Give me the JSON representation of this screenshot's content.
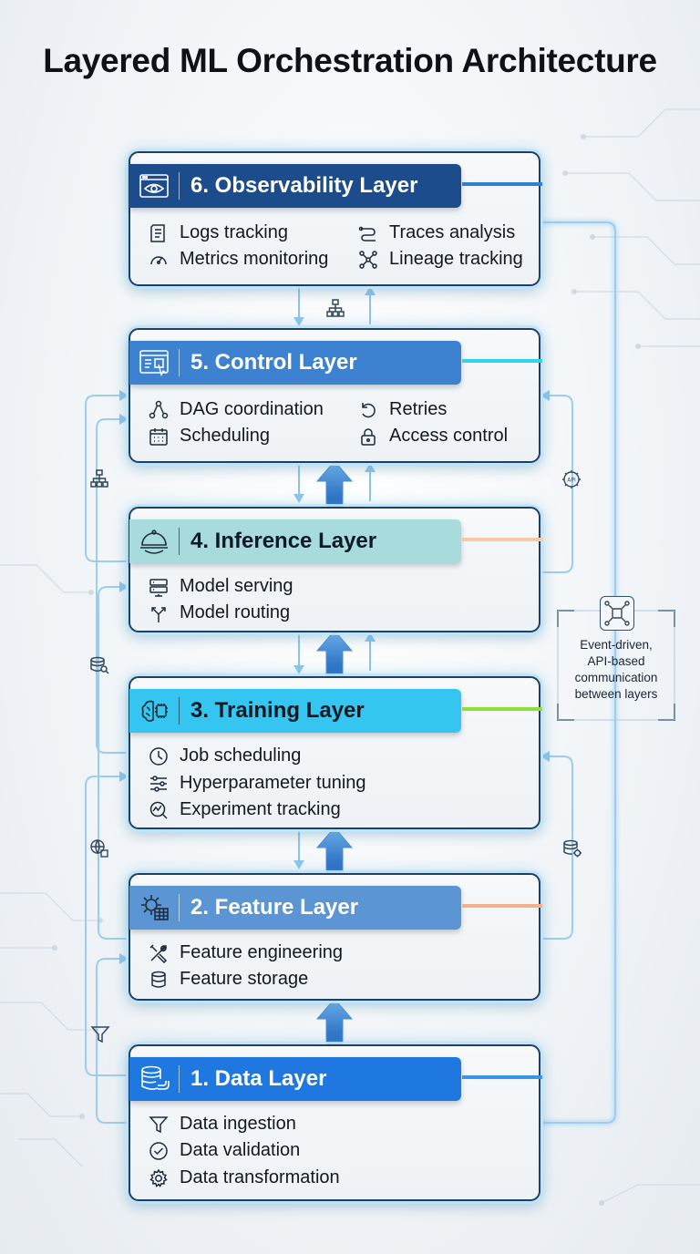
{
  "title": "Layered ML Orchestration Architecture",
  "layers": [
    {
      "id": "observability",
      "title": "6. Observability Layer",
      "header_bg": "#1c4c8c",
      "header_text": "#ffffff",
      "accent": "#2f7fd6",
      "items": [
        {
          "label": "Logs tracking",
          "icon": "log-icon"
        },
        {
          "label": "Traces analysis",
          "icon": "trace-icon"
        },
        {
          "label": "Metrics monitoring",
          "icon": "gauge-icon"
        },
        {
          "label": "Lineage tracking",
          "icon": "lineage-icon"
        }
      ]
    },
    {
      "id": "control",
      "title": "5. Control Layer",
      "header_bg": "#3d82d0",
      "header_text": "#ffffff",
      "accent": "#33d3ee",
      "items": [
        {
          "label": "DAG coordination",
          "icon": "dag-icon"
        },
        {
          "label": "Retries",
          "icon": "retry-icon"
        },
        {
          "label": "Scheduling",
          "icon": "calendar-icon"
        },
        {
          "label": "Access control",
          "icon": "lock-icon"
        }
      ]
    },
    {
      "id": "inference",
      "title": "4. Inference Layer",
      "header_bg": "#a8dcdc",
      "header_text": "#0f1a24",
      "accent": "#f7c9a2",
      "items": [
        {
          "label": "Model serving",
          "icon": "server-icon"
        },
        {
          "label": "Model routing",
          "icon": "routing-icon"
        }
      ]
    },
    {
      "id": "training",
      "title": "3. Training Layer",
      "header_bg": "#34c6f0",
      "header_text": "#0f1a24",
      "accent": "#8ee03a",
      "items": [
        {
          "label": "Job scheduling",
          "icon": "clock-icon"
        },
        {
          "label": "Hyperparameter tuning",
          "icon": "sliders-icon"
        },
        {
          "label": "Experiment tracking",
          "icon": "experiment-icon"
        }
      ]
    },
    {
      "id": "feature",
      "title": "2. Feature Layer",
      "header_bg": "#5c95d4",
      "header_text": "#ffffff",
      "accent": "#f3b08c",
      "items": [
        {
          "label": "Feature engineering",
          "icon": "tools-icon"
        },
        {
          "label": "Feature storage",
          "icon": "database-icon"
        }
      ]
    },
    {
      "id": "data",
      "title": "1. Data Layer",
      "header_bg": "#1e78e0",
      "header_text": "#ffffff",
      "accent": "#3a94e8",
      "items": [
        {
          "label": "Data ingestion",
          "icon": "filter-icon"
        },
        {
          "label": "Data validation",
          "icon": "check-icon"
        },
        {
          "label": "Data transformation",
          "icon": "gear-icon"
        }
      ]
    }
  ],
  "callout": {
    "lines": [
      "Event-driven,",
      "API-based",
      "communication",
      "between layers"
    ]
  }
}
